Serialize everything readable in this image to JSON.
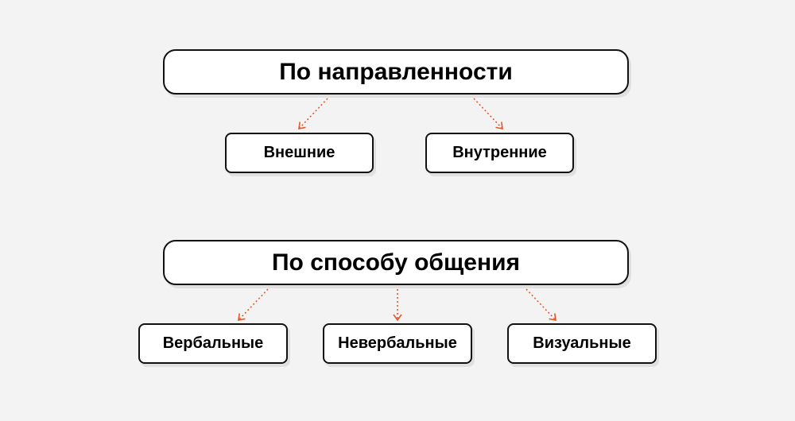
{
  "colors": {
    "background": "#f3f3f3",
    "arrow": "#e2582a",
    "border": "#111111"
  },
  "groups": [
    {
      "title": "По направленности",
      "children": [
        "Внешние",
        "Внутренние"
      ]
    },
    {
      "title": "По способу общения",
      "children": [
        "Вербальные",
        "Невербальные",
        "Визуальные"
      ]
    }
  ]
}
